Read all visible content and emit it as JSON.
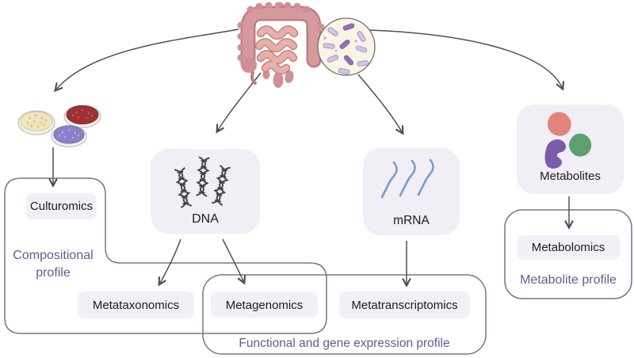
{
  "nodes": {
    "culturomics": {
      "label": "Culturomics"
    },
    "dna": {
      "label": "DNA"
    },
    "mrna": {
      "label": "mRNA"
    },
    "metabolites": {
      "label": "Metabolites"
    },
    "metataxonomics": {
      "label": "Metataxonomics"
    },
    "metagenomics": {
      "label": "Metagenomics"
    },
    "metatranscriptomics": {
      "label": "Metatranscriptomics"
    },
    "metabolomics": {
      "label": "Metabolomics"
    }
  },
  "profiles": {
    "compositional": {
      "label": "Compositional\nprofile"
    },
    "metabolite": {
      "label": "Metabolite profile"
    },
    "functional": {
      "label": "Functional and gene expression profile"
    }
  },
  "icons": {
    "gut": "gut-intestine-illustration",
    "microbiome": "microbiome-magnifier-circle",
    "petri_dishes": "petri-dish-cultures",
    "dna": "dna-helix-icons",
    "mrna": "rna-strand-icons",
    "metabolites": "metabolite-blob-icons"
  },
  "colors": {
    "accent_purple_text": "#675a8d",
    "outline_stroke": "#7b7488",
    "node_fill": "#f1eef6",
    "pill_fill": "#f2eff7",
    "arrow": "#4f4f4f",
    "gut_pink": "#d69a9c",
    "rna_blue": "#7d9cc1",
    "blob_red": "#e2837c",
    "blob_green": "#5f9f6e",
    "blob_purple": "#7a5cab"
  }
}
